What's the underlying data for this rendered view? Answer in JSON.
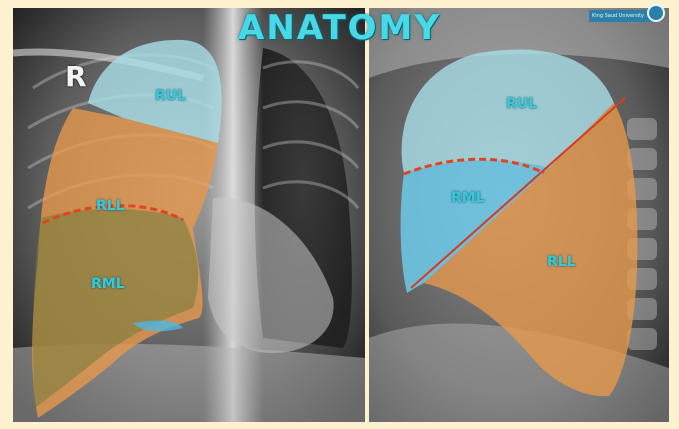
{
  "title": "ANATOMY",
  "side_marker": "R",
  "logo_text": "King Saud University",
  "frontal_labels": {
    "rul": "RUL",
    "rll": "RLL",
    "rml": "RML"
  },
  "lateral_labels": {
    "rul": "RUL",
    "rml": "RML",
    "rll": "RLL"
  },
  "colors": {
    "background": "#fdf1cf",
    "title": "#47d9e8",
    "upper_lobe": "#a9dfe8",
    "middle_lobe": "#6cc9ea",
    "lower_lobe": "#e99a4a",
    "fissure_dashed": "#e0451f",
    "fissure_line": "#d83a22"
  }
}
